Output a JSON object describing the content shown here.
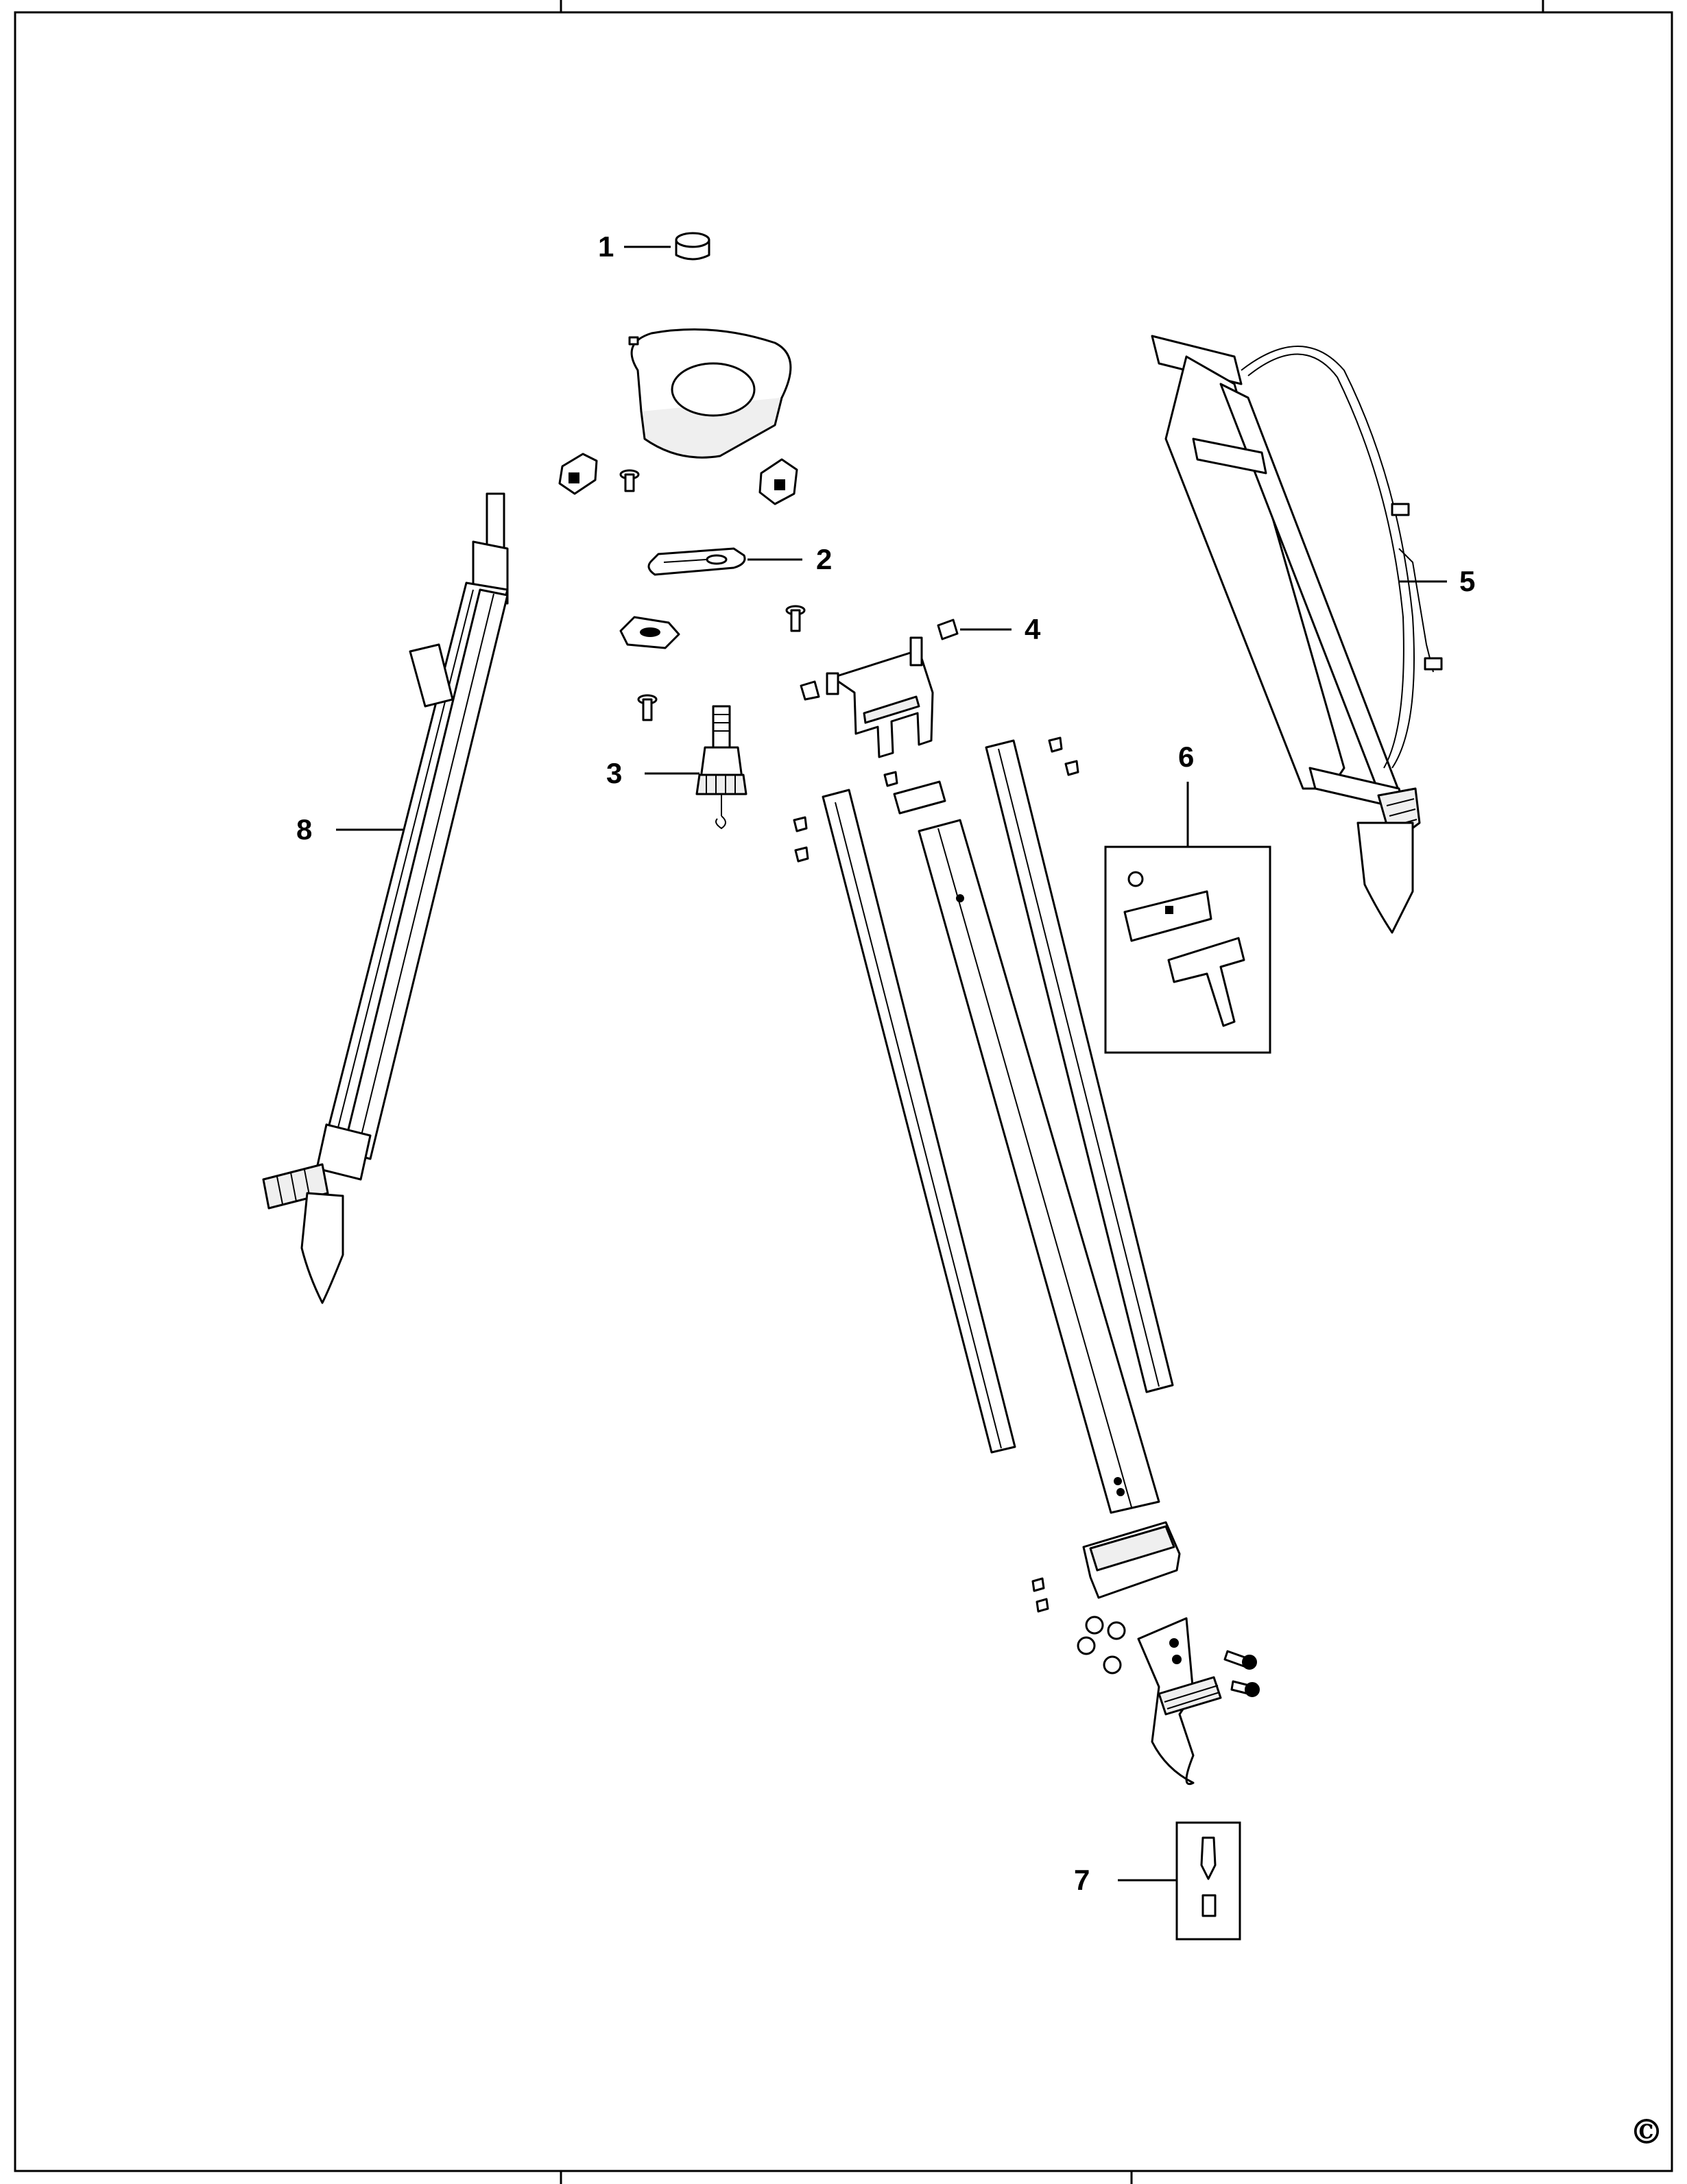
{
  "callouts": [
    {
      "id": "c1",
      "label": "1"
    },
    {
      "id": "c2",
      "label": "2"
    },
    {
      "id": "c3",
      "label": "3"
    },
    {
      "id": "c4",
      "label": "4"
    },
    {
      "id": "c5",
      "label": "5"
    },
    {
      "id": "c6",
      "label": "6"
    },
    {
      "id": "c7",
      "label": "7"
    },
    {
      "id": "c8",
      "label": "8"
    }
  ],
  "copyright": "©"
}
